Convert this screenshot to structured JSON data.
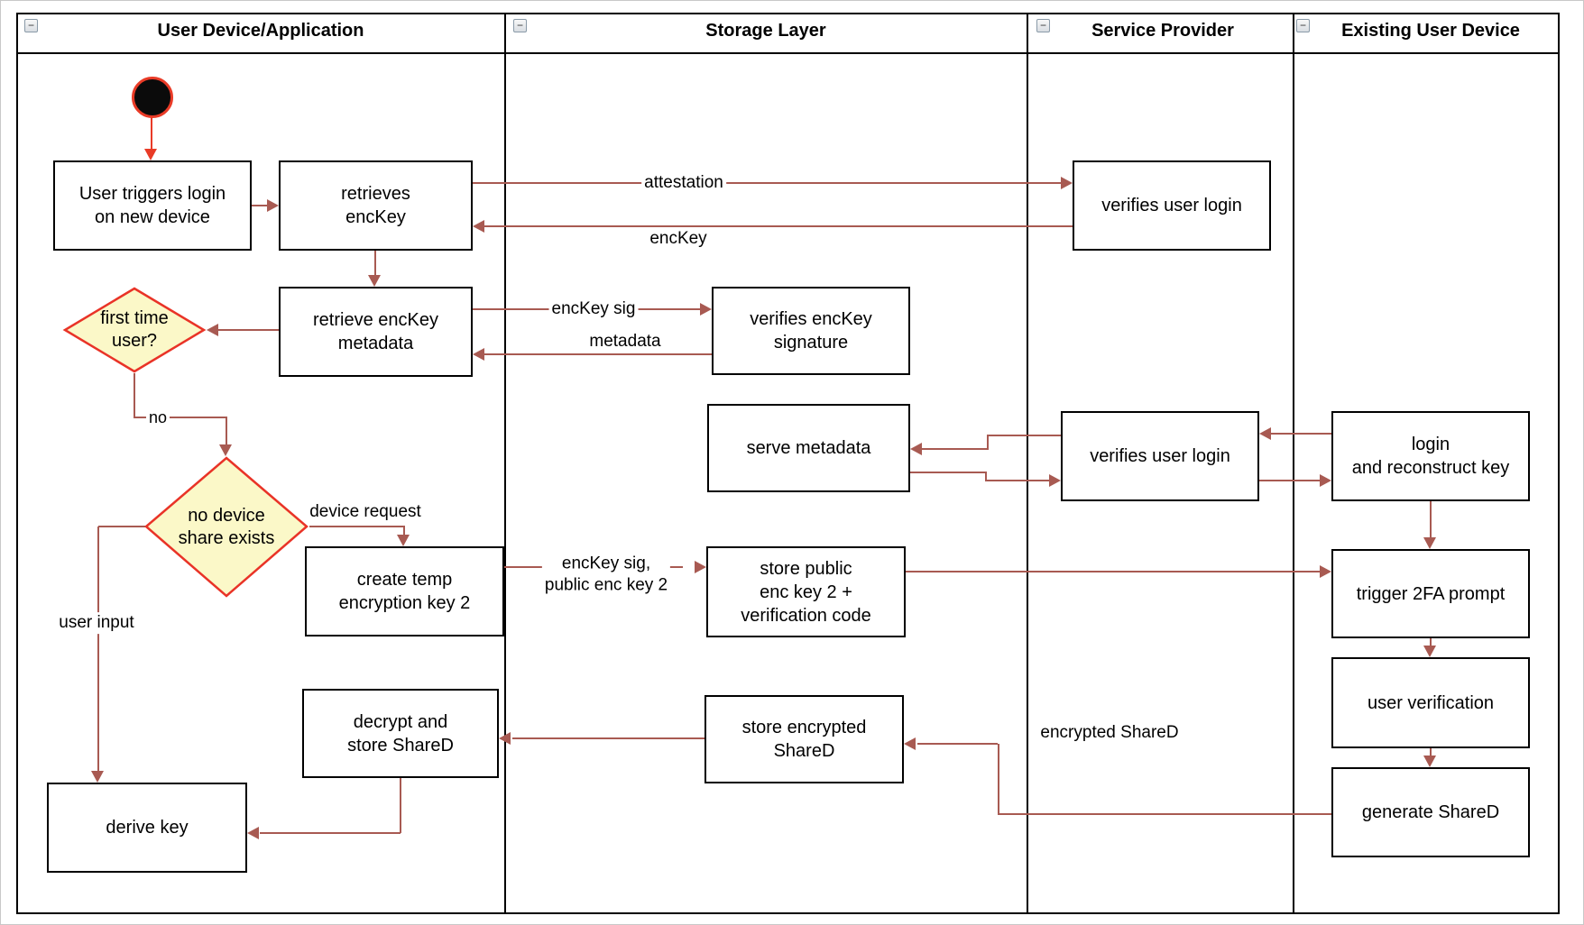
{
  "diagram": {
    "lanes": [
      {
        "title": "User Device/Application"
      },
      {
        "title": "Storage Layer"
      },
      {
        "title": "Service Provider"
      },
      {
        "title": "Existing User Device"
      }
    ],
    "collapse_glyph": "−",
    "nodes": {
      "user_triggers_login": "User triggers login\non new device",
      "retrieves_enckey": "retrieves\nencKey",
      "retrieve_enckey_metadata": "retrieve encKey\nmetadata",
      "first_time_user": "first time\nuser?",
      "no_device_share": "no device\nshare exists",
      "create_temp_key": "create temp\nencryption key 2",
      "decrypt_store_shared": "decrypt and\nstore ShareD",
      "derive_key": "derive key",
      "verifies_enckey_signature": "verifies encKey\nsignature",
      "serve_metadata": "serve metadata",
      "store_public_key": "store public\nenc key 2 +\nverification code",
      "store_encrypted_shared": "store encrypted\nShareD",
      "verifies_user_login_1": "verifies user login",
      "verifies_user_login_2": "verifies user login",
      "login_reconstruct": "login\nand reconstruct key",
      "trigger_2fa": "trigger 2FA prompt",
      "user_verification": "user verification",
      "generate_shared": "generate ShareD"
    },
    "edge_labels": {
      "attestation": "attestation",
      "enckey": "encKey",
      "enckey_sig": "encKey sig",
      "metadata": "metadata",
      "no": "no",
      "device_request": "device request",
      "enckey_sig_public": "encKey sig,\npublic enc key 2",
      "user_input": "user input",
      "encrypted_shared": "encrypted ShareD"
    },
    "colors": {
      "arrow": "#a85a52",
      "accent": "#e93b27",
      "diamond_fill": "#fbf8c8",
      "diamond_border": "#e93327"
    }
  }
}
